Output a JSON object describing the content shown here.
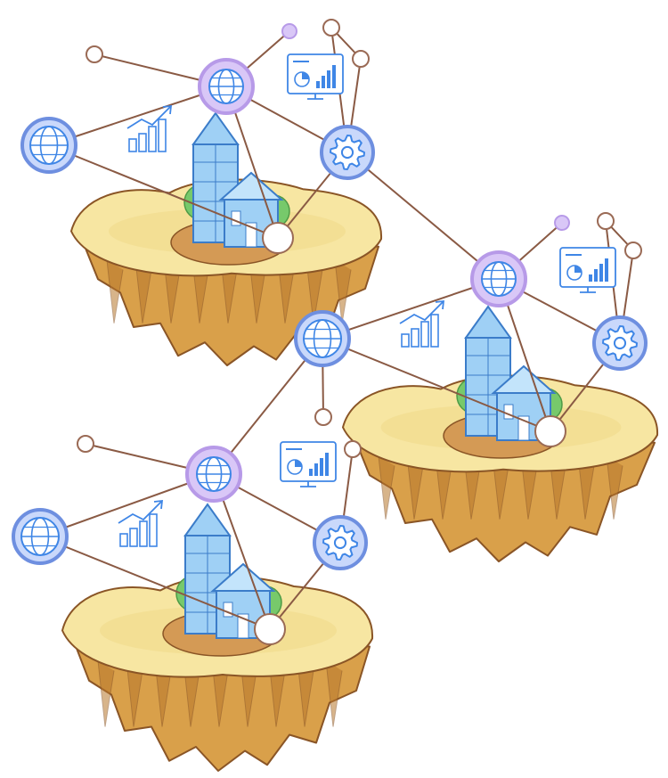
{
  "palette": {
    "background": "#ffffff",
    "link": "#8a5a44",
    "globe_ring": "#b79ae8",
    "globe_fill": "#d9c7f7",
    "node_ring": "#6e8fe0",
    "node_fill": "#c9d8fb",
    "icon_stroke": "#3f86e6",
    "hollow_node": "#9a6a55",
    "island_top": "#f7e6a2",
    "island_top_shadow": "#ead07a",
    "island_rock": "#d9a04a",
    "island_rock_dark": "#b8772c",
    "island_outline": "#8a5526",
    "bush": "#77c96b",
    "building_glass": "#9fd0f5",
    "building_edge": "#3b7cc9",
    "dirt": "#d49a55"
  },
  "clusters": [
    {
      "id": "cluster-top-left"
    },
    {
      "id": "cluster-right"
    },
    {
      "id": "cluster-bottom-left"
    }
  ],
  "icons": {
    "hub": "globe-icon",
    "satellite": "network-globe-icon",
    "service": "gear-icon",
    "metric": "bar-chart-icon",
    "dashboard": "dashboard-icon"
  }
}
